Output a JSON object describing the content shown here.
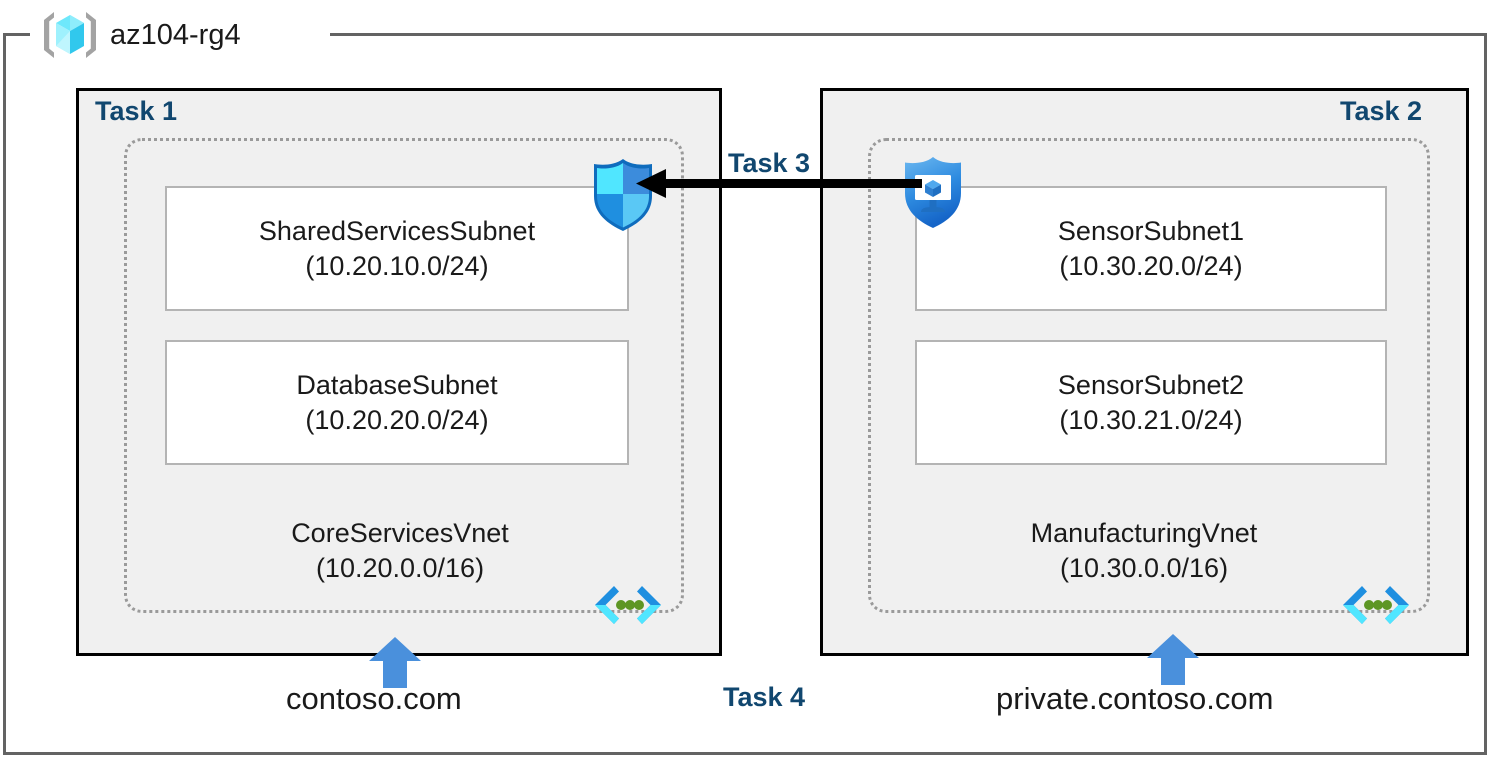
{
  "resource_group": {
    "name": "az104-rg4",
    "icon": "resource-group-cube-icon"
  },
  "tasks": {
    "task1_label": "Task 1",
    "task2_label": "Task 2",
    "task3_label": "Task 3",
    "task4_label": "Task 4"
  },
  "vnets": [
    {
      "id": "core-services",
      "name": "CoreServicesVnet",
      "cidr": "(10.20.0.0/16)",
      "icon": "virtual-network-icon",
      "dns_zone": "contoso.com",
      "subnets": [
        {
          "name": "SharedServicesSubnet",
          "cidr": "(10.20.10.0/24)"
        },
        {
          "name": "DatabaseSubnet",
          "cidr": "(10.20.20.0/24)"
        }
      ]
    },
    {
      "id": "manufacturing",
      "name": "ManufacturingVnet",
      "cidr": "(10.30.0.0/16)",
      "icon": "virtual-network-icon",
      "dns_zone": "private.contoso.com",
      "subnets": [
        {
          "name": "SensorSubnet1",
          "cidr": "(10.30.20.0/24)"
        },
        {
          "name": "SensorSubnet2",
          "cidr": "(10.30.21.0/24)"
        }
      ]
    }
  ],
  "icons": {
    "firewall_shield": "shield-firewall-icon",
    "vm_security": "vm-security-shield-icon",
    "peering_arrow": "peering-arrow-left-icon",
    "dns_arrow": "dns-up-arrow-icon"
  },
  "colors": {
    "task_label": "#11476F",
    "task_box_fill": "#F0F0F0",
    "task_box_border": "#000000",
    "vnet_border": "#9A9A9A",
    "subnet_border": "#B4B4B4",
    "rg_border": "#636363",
    "azure_blue": "#3C8CDC",
    "azure_cyan": "#50E6FF",
    "arrow_black": "#000000",
    "vnet_dot_green": "#5E9624",
    "text": "#1A1A1A",
    "background": "#FFFFFF"
  }
}
